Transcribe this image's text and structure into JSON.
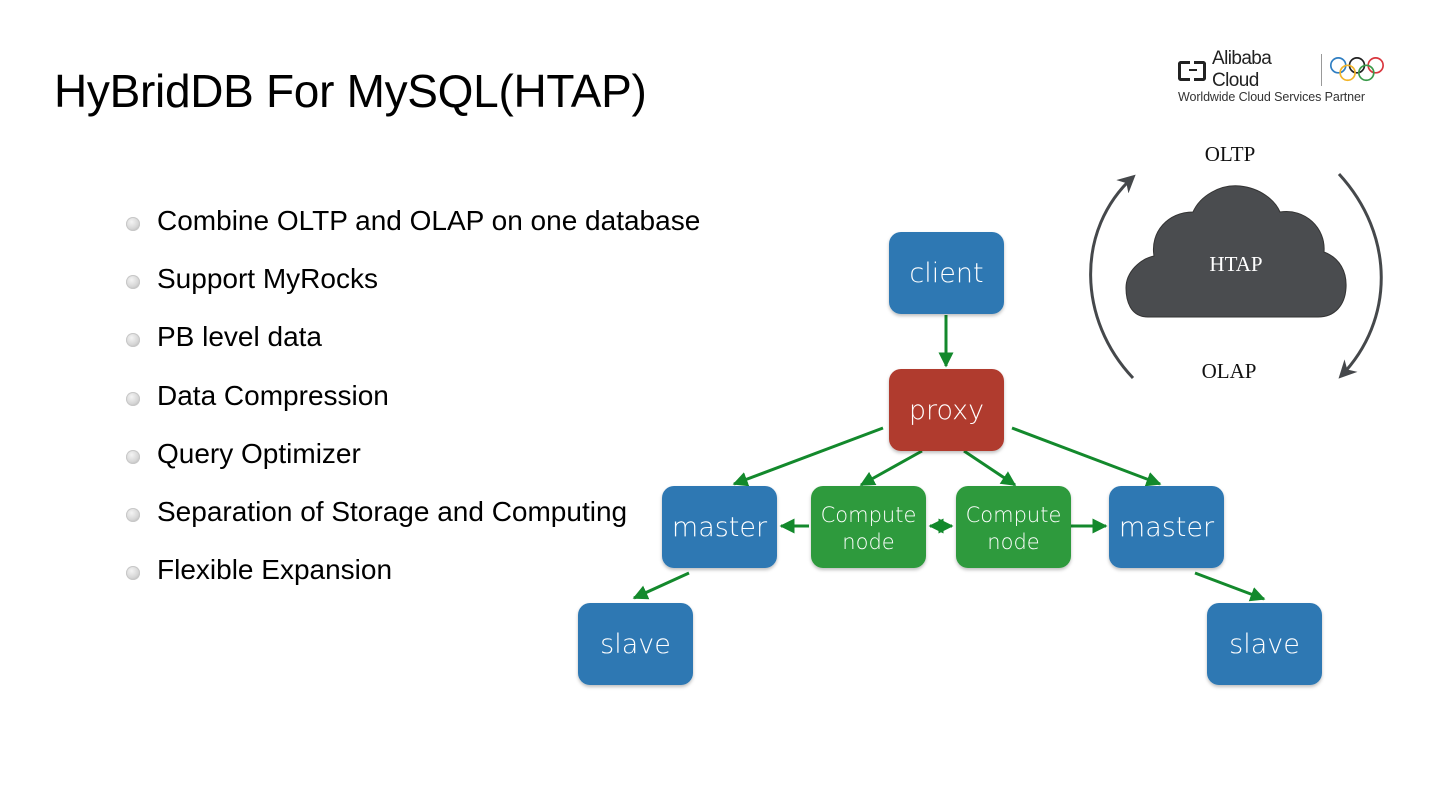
{
  "slide": {
    "title": "HyBridDB For MySQL(HTAP)"
  },
  "logo": {
    "brand": "Alibaba Cloud",
    "tagline": "Worldwide Cloud Services Partner",
    "icons": [
      "alibaba-cloud-bracket-icon",
      "olympic-rings-icon"
    ]
  },
  "bullets": [
    "Combine OLTP and OLAP on one database",
    "Support MyRocks",
    "PB level data",
    "Data Compression",
    "Query Optimizer",
    "Separation of Storage and Computing",
    "Flexible Expansion"
  ],
  "cycle": {
    "top_label": "OLTP",
    "center_label": "HTAP",
    "bottom_label": "OLAP",
    "cloud_color": "#4a4c4f"
  },
  "architecture": {
    "colors": {
      "blue": "#2f78b3",
      "red": "#b03a2e",
      "green": "#2f9a3c",
      "arrow": "#13892c"
    },
    "nodes": {
      "client": "client",
      "proxy": "proxy",
      "master_left": "master",
      "compute_left": [
        "Compute",
        "node"
      ],
      "compute_right": [
        "Compute",
        "node"
      ],
      "master_right": "master",
      "slave_left": "slave",
      "slave_right": "slave"
    }
  }
}
